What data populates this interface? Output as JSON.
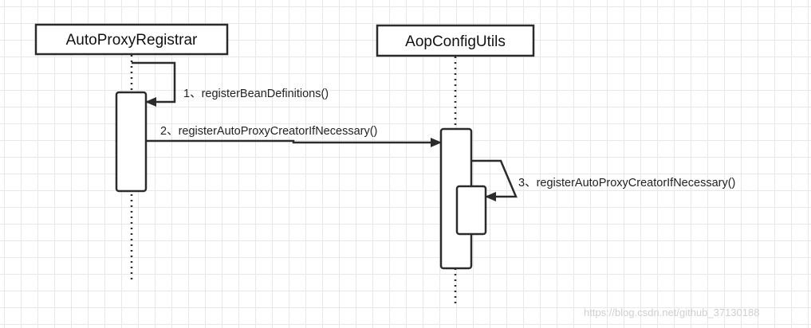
{
  "participants": {
    "left": {
      "label": "AutoProxyRegistrar"
    },
    "right": {
      "label": "AopConfigUtils"
    }
  },
  "messages": [
    {
      "text": "1、registerBeanDefinitions()"
    },
    {
      "text": "2、registerAutoProxyCreatorIfNecessary()"
    },
    {
      "text": "3、registerAutoProxyCreatorIfNecessary()"
    }
  ],
  "watermark": "https://blog.csdn.net/github_37130188",
  "colors": {
    "stroke": "#2b2b2b",
    "grid": "#e8e8e8",
    "background": "#ffffff",
    "watermark": "#cfcfcf"
  }
}
